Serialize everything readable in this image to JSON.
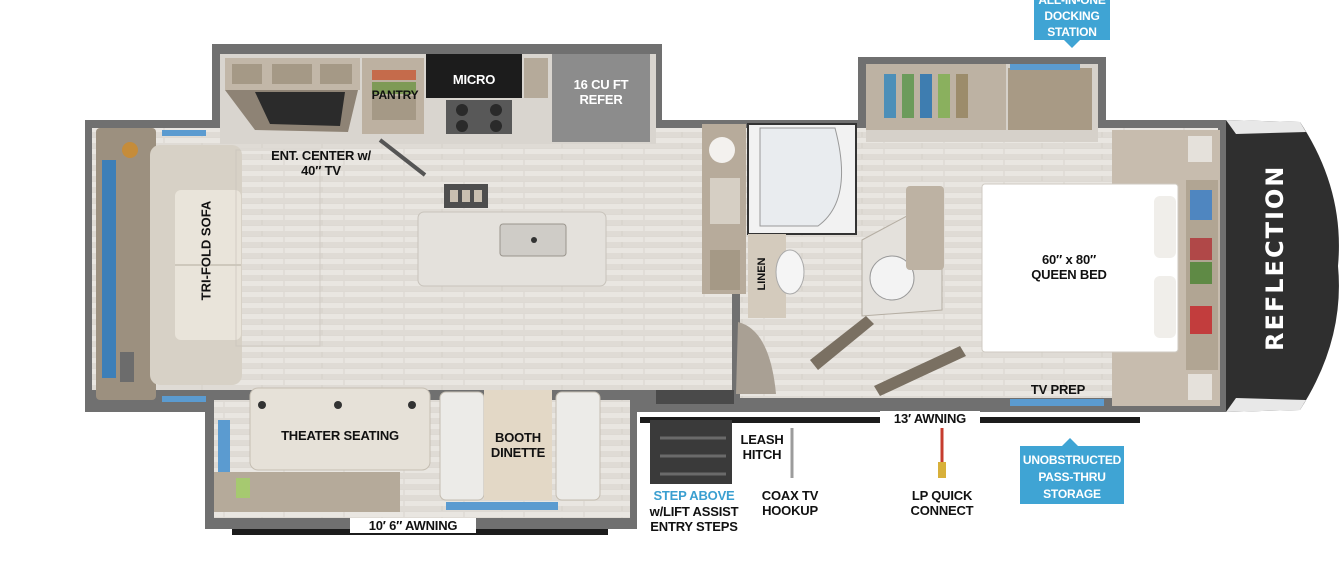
{
  "badges": {
    "docking_station": "ALL-IN-ONE\nDOCKING\nSTATION",
    "pass_thru_storage": "UNOBSTRUCTED\nPASS-THRU\nSTORAGE"
  },
  "labels": {
    "micro": "MICRO",
    "pantry": "PANTRY",
    "refer": "16 CU FT\nREFER",
    "ent_center": "ENT. CENTER w/\n40″ TV",
    "sofa": "TRI-FOLD SOFA",
    "linen": "LINEN",
    "queen_bed": "60″ x 80″\nQUEEN BED",
    "tv_prep": "TV PREP",
    "awning_13": "13′ AWNING",
    "theater_seating": "THEATER SEATING",
    "booth_dinette": "BOOTH\nDINETTE",
    "awning_10": "10′ 6″ AWNING",
    "leash_hitch": "LEASH\nHITCH",
    "step_above": "STEP ABOVE",
    "lift_assist": "w/LIFT ASSIST\nENTRY STEPS",
    "coax": "COAX TV\nHOOKUP",
    "lp": "LP QUICK\nCONNECT",
    "brand": "REFLECTION"
  },
  "colors": {
    "wall": "#6f6f6f",
    "floor": "#e6e2dc",
    "cabinet": "#b9ad9d",
    "window": "#4f8fc0",
    "accent": "#3fa4d4",
    "cap": "#2f2f2f"
  }
}
